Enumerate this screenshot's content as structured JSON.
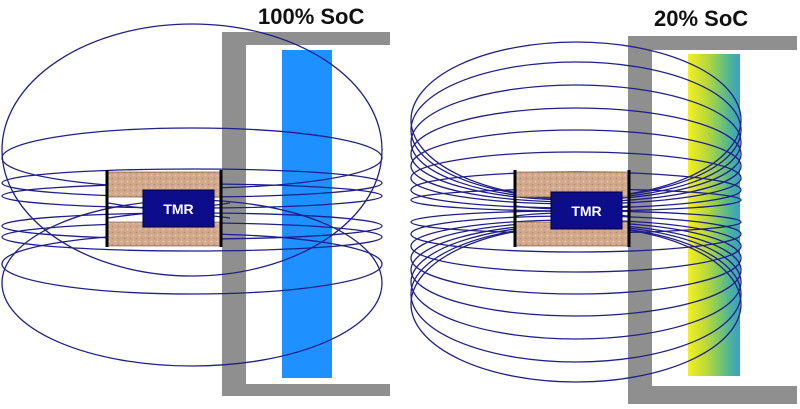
{
  "panels": [
    {
      "title": "100% SoC",
      "sensor_label": "TMR"
    },
    {
      "title": "20% SoC",
      "sensor_label": "TMR"
    }
  ],
  "colors": {
    "field_lines": "#1f1f8a",
    "sensor_body": "#0d0d8c",
    "coil_fill": "#d2a98c",
    "enclosure": "#8f8f8f",
    "electrode_full_charge": "#1e90ff",
    "electrode_partial_gradient": [
      "#f3f020",
      "#b9d93a",
      "#7cc86a",
      "#4fb39b",
      "#3aa0c2"
    ]
  }
}
